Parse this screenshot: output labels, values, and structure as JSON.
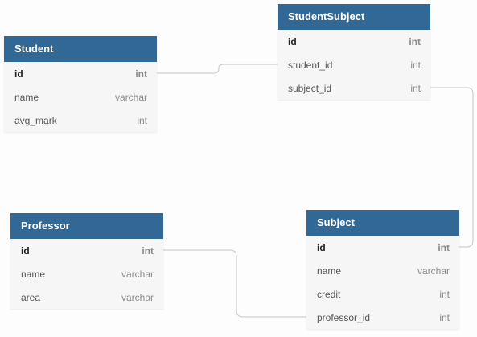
{
  "colors": {
    "header_bg": "#316896",
    "header_text": "#ffffff",
    "body_bg": "#f6f6f6",
    "connector": "#c4c4c4"
  },
  "tables": {
    "student": {
      "name": "Student",
      "fields": [
        {
          "name": "id",
          "type": "int",
          "pk": true
        },
        {
          "name": "name",
          "type": "varchar"
        },
        {
          "name": "avg_mark",
          "type": "int"
        }
      ]
    },
    "student_subject": {
      "name": "StudentSubject",
      "fields": [
        {
          "name": "id",
          "type": "int",
          "pk": true
        },
        {
          "name": "student_id",
          "type": "int"
        },
        {
          "name": "subject_id",
          "type": "int"
        }
      ]
    },
    "professor": {
      "name": "Professor",
      "fields": [
        {
          "name": "id",
          "type": "int",
          "pk": true
        },
        {
          "name": "name",
          "type": "varchar"
        },
        {
          "name": "area",
          "type": "varchar"
        }
      ]
    },
    "subject": {
      "name": "Subject",
      "fields": [
        {
          "name": "id",
          "type": "int",
          "pk": true
        },
        {
          "name": "name",
          "type": "varchar"
        },
        {
          "name": "credit",
          "type": "int"
        },
        {
          "name": "professor_id",
          "type": "int"
        }
      ]
    }
  },
  "relations": [
    {
      "from": "student.id",
      "to": "student_subject.student_id"
    },
    {
      "from": "student_subject.subject_id",
      "to": "subject.id"
    },
    {
      "from": "professor.id",
      "to": "subject.professor_id"
    }
  ]
}
